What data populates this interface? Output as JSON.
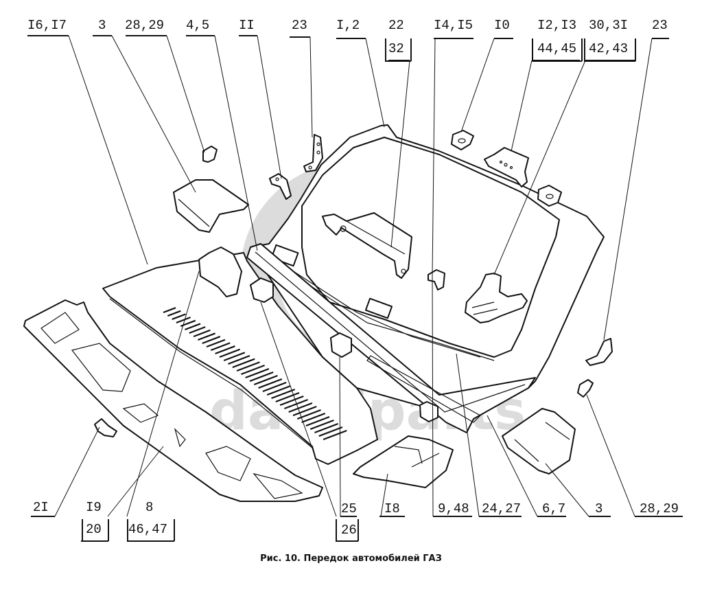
{
  "figure": {
    "caption": "Рис. 10. Передок автомобилей ГАЗ",
    "watermark_text": "data-parts",
    "watermark_color": "#dcdcdc",
    "line_color": "#111111"
  },
  "labels_top": [
    {
      "id": "t1",
      "text": "I6,I7"
    },
    {
      "id": "t2",
      "text": "3"
    },
    {
      "id": "t3",
      "text": "28,29"
    },
    {
      "id": "t4",
      "text": "4,5"
    },
    {
      "id": "t5",
      "text": "II"
    },
    {
      "id": "t6",
      "text": "23"
    },
    {
      "id": "t7",
      "text": "I,2"
    },
    {
      "id": "t8",
      "text": "22",
      "boxed": "32"
    },
    {
      "id": "t9",
      "text": "I4,I5"
    },
    {
      "id": "t10",
      "text": "I0"
    },
    {
      "id": "t11",
      "text": "I2,I3",
      "boxed": "44,45"
    },
    {
      "id": "t12",
      "text": "30,3I",
      "boxed": "42,43"
    },
    {
      "id": "t13",
      "text": "23"
    }
  ],
  "labels_bottom": [
    {
      "id": "b1",
      "text": "2I"
    },
    {
      "id": "b2",
      "text": "I9",
      "boxed": "20"
    },
    {
      "id": "b3",
      "text": "8",
      "boxed": "46,47"
    },
    {
      "id": "b4",
      "text": "25",
      "boxed": "26"
    },
    {
      "id": "b5",
      "text": "I8"
    },
    {
      "id": "b6",
      "text": "9,48"
    },
    {
      "id": "b7",
      "text": "24,27"
    },
    {
      "id": "b8",
      "text": "6,7"
    },
    {
      "id": "b9",
      "text": "3"
    },
    {
      "id": "b10",
      "text": "28,29"
    }
  ]
}
